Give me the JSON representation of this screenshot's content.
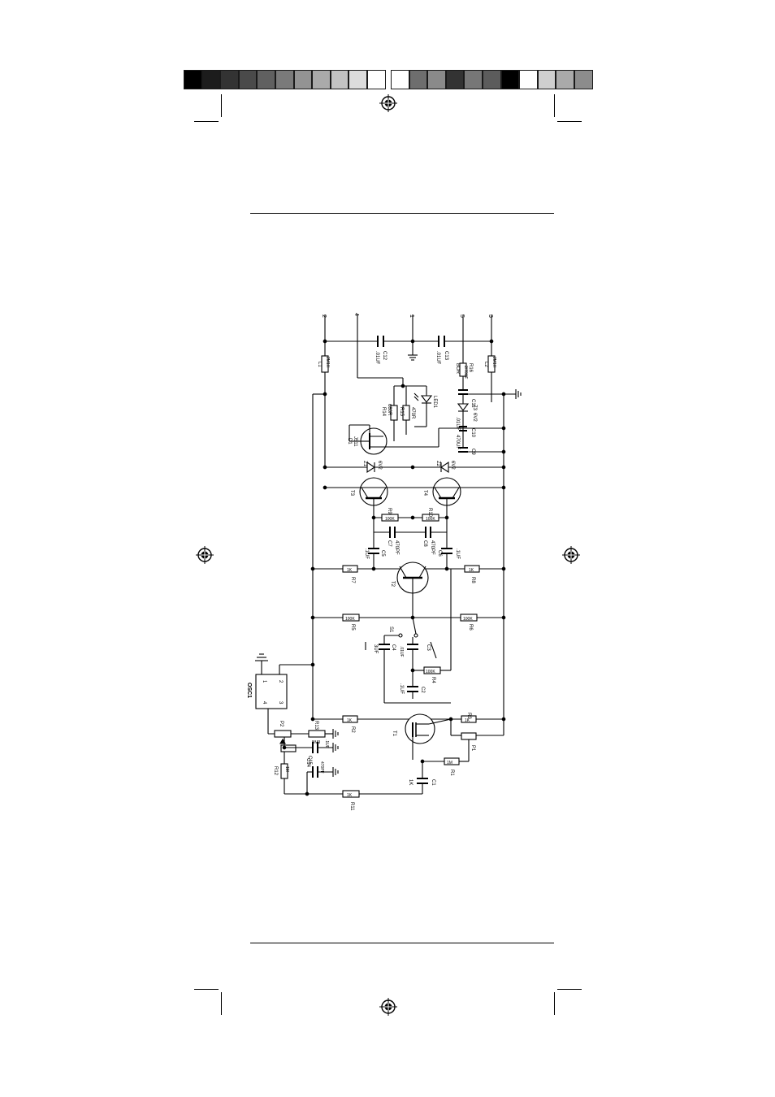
{
  "colorbar_left": [
    "#000000",
    "#1c1c1c",
    "#333333",
    "#4a4a4a",
    "#606060",
    "#7a7a7a",
    "#939393",
    "#aaaaaa",
    "#c2c2c2",
    "#dcdcdc",
    "#ffffff"
  ],
  "colorbar_right": [
    "#ffffff",
    "#6e6e6e",
    "#8a8a8a",
    "#333333",
    "#777777",
    "#5c5c5c",
    "#000000",
    "#ffffff",
    "#cfcfcf",
    "#aaaaaa",
    "#8c8c8c"
  ],
  "schematic": {
    "terminals": [
      "2",
      "4",
      "1",
      "5",
      "3"
    ],
    "labels": {
      "c12": "C12",
      "c12v": ".01UF",
      "c13": "C13",
      "c13v": ".01UF",
      "l1": "L1",
      "l1v": "2M1H",
      "l2": "L2",
      "l2v": "2M1H",
      "r16": "R16",
      "r16v": "BOR",
      "c11": "C11",
      "c11v": "2/70UF",
      "r14": "R14",
      "r14v": "680R",
      "r15": "R15",
      "r15v": "470R",
      "led1": "LED1",
      "z3": "Z3",
      "z3v": "6V2",
      "c10": "C10",
      "c10v": ".01UF",
      "d1": "D1",
      "d1v": "J511",
      "c9": "C9",
      "c9v": "470UF",
      "z1": "Z1",
      "z1v": "6V2",
      "z2": "Z2",
      "z2v": "6V2",
      "t3": "T3",
      "t4": "T4",
      "r9": "R9",
      "r9v": "100K",
      "r10": "R10",
      "r10v": "100K",
      "c7": "C7",
      "c7v": "470PF",
      "c8": "C8",
      "c8v": "470PF",
      "c5": "C5",
      "c5v": ".1UF",
      "c6": "C6",
      "c6v": ".1UF",
      "r7": "R7",
      "r7v": "1K",
      "r8": "R8",
      "r8v": "1K",
      "t2": "T2",
      "r5": "R5",
      "r5v": "100K",
      "r6": "R6",
      "r6v": "100K",
      "s1": "S1",
      "c4": "C4",
      "c4v": "3UF",
      "c3": "C3",
      "c3v": ".01UF",
      "r4": "R4",
      "r4v": "100K",
      "c2": "C2",
      "c2v": ".1UF",
      "osc1": "OSC1",
      "p1n": "1",
      "p2n": "2",
      "p3n": "3",
      "p4n": "4",
      "r2": "R2",
      "r2v": "1K",
      "r3": "R3",
      "r3v": "1K",
      "t1": "T1",
      "p2": "P2",
      "r13": "R13",
      "r13v": "BM9",
      "c15": "C15",
      "c15v": ".1UF",
      "c14": "C14",
      "c14v": "470PF",
      "r12": "R12",
      "r12v": "1M",
      "p1": "P1",
      "r1": "R1",
      "r1v": "1M",
      "c1": "C1",
      "c1v": "1K",
      "r11": "R11",
      "r11v": "1K"
    }
  }
}
